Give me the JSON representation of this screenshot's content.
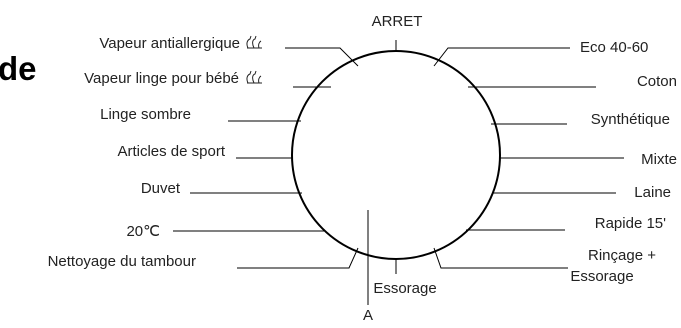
{
  "heading_fragment": "de",
  "top_label": "ARRET",
  "pointer_label": "A",
  "steam_icon": "steam-hand-icon",
  "left_programs": [
    {
      "label": "Vapeur antiallergique",
      "steam_icon": true
    },
    {
      "label": "Vapeur linge pour bébé",
      "steam_icon": true
    },
    {
      "label": "Linge sombre",
      "steam_icon": false
    },
    {
      "label": "Articles de sport",
      "steam_icon": false
    },
    {
      "label": "Duvet",
      "steam_icon": false
    },
    {
      "label": "20℃",
      "steam_icon": false
    },
    {
      "label": "Nettoyage du tambour",
      "steam_icon": false
    }
  ],
  "right_programs": [
    {
      "label": "Eco 40-60"
    },
    {
      "label": "Coton"
    },
    {
      "label": "Synthétique"
    },
    {
      "label": "Mixte"
    },
    {
      "label": "Laine"
    },
    {
      "label": "Rapide 15'"
    },
    {
      "label": "Rinçage +",
      "label2": "Essorage"
    }
  ],
  "bottom_label": "Essorage"
}
